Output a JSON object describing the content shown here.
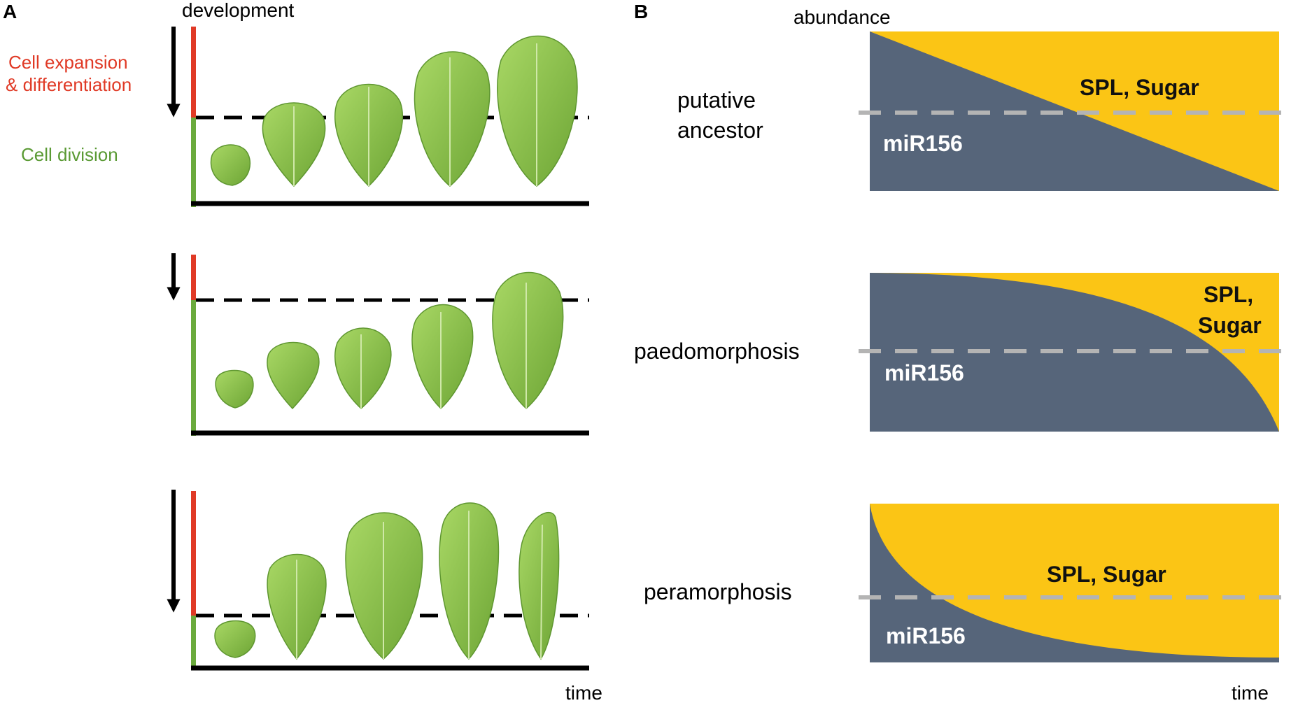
{
  "colors": {
    "red_bar": "#e03a26",
    "green_bar": "#6aaa3c",
    "black": "#000000",
    "leaf_light": "#9ccf5a",
    "leaf_dark": "#6da535",
    "mir_slate": "#56657a",
    "spl_yellow": "#fbc515",
    "threshold_gray": "#b4b4b4"
  },
  "panel_a": {
    "letter": "A",
    "y_axis_label": "development",
    "x_axis_label": "time",
    "zone_upper_label_line1": "Cell expansion",
    "zone_upper_label_line2": "& differentiation",
    "zone_lower_label": "Cell division",
    "rows": [
      {
        "leaf_count": 5
      },
      {
        "leaf_count": 5
      },
      {
        "leaf_count": 5
      }
    ]
  },
  "panel_b": {
    "letter": "B",
    "y_axis_label": "abundance",
    "x_axis_label": "time",
    "rows": [
      {
        "row_label_line1": "putative",
        "row_label_line2": "ancestor",
        "mir_label": "miR156",
        "spl_label_line1": "SPL,  Sugar",
        "spl_label_line2": "",
        "curve_shape": "linear"
      },
      {
        "row_label_line1": "paedomorphosis",
        "row_label_line2": "",
        "mir_label": "miR156",
        "spl_label_line1": "SPL,",
        "spl_label_line2": "Sugar",
        "curve_shape": "late-drop"
      },
      {
        "row_label_line1": "peramorphosis",
        "row_label_line2": "",
        "mir_label": "miR156",
        "spl_label_line1": "SPL,  Sugar",
        "spl_label_line2": "",
        "curve_shape": "early-drop"
      }
    ]
  }
}
